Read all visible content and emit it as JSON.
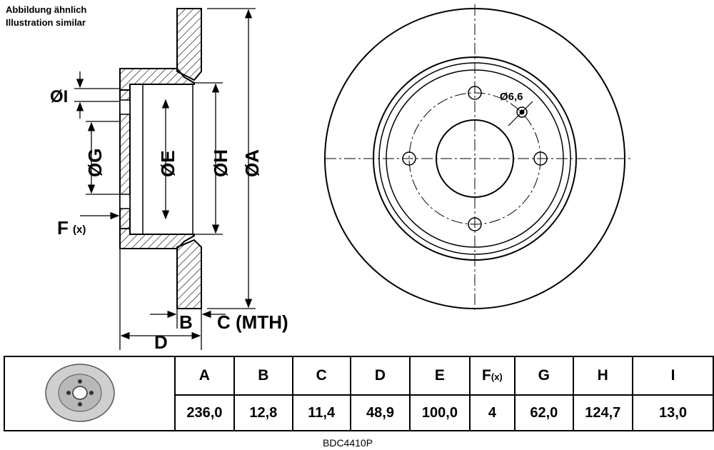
{
  "notes": {
    "line1": "Abbildung ähnlich",
    "line2": "Illustration similar"
  },
  "labels": {
    "dia_I": "ØI",
    "dia_G": "ØG",
    "dia_E": "ØE",
    "dia_H": "ØH",
    "dia_A": "ØA",
    "F": "F",
    "F_sub": "(x)",
    "B": "B",
    "C_mth": "C (MTH)",
    "D": "D",
    "hole_dia": "Ø6,6"
  },
  "table": {
    "headers": [
      "A",
      "B",
      "C",
      "D",
      "E",
      "F",
      "G",
      "H",
      "I"
    ],
    "header_F_sub": "(x)",
    "values": [
      "236,0",
      "12,8",
      "11,4",
      "48,9",
      "100,0",
      "4",
      "62,0",
      "124,7",
      "13,0"
    ]
  },
  "part_code": "BDC4410P",
  "colors": {
    "line": "#000000",
    "background": "#ffffff",
    "hatch": "#000000"
  }
}
